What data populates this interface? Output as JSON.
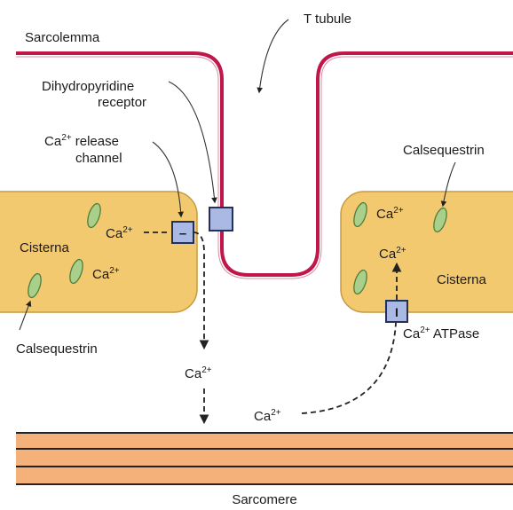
{
  "labels": {
    "sarcolemma": "Sarcolemma",
    "t_tubule": "T tubule",
    "dhp_line1": "Dihydropyridine",
    "dhp_line2": "receptor",
    "release_line1_base": "Ca",
    "release_line1_sup": "2+",
    "release_line1_rest": " release",
    "release_line2": "channel",
    "calsequestrin_right": "Calsequestrin",
    "calsequestrin_left": "Calsequestrin",
    "cisterna_left": "Cisterna",
    "cisterna_right": "Cisterna",
    "ca_base": "Ca",
    "ca_sup": "2+",
    "atpase_rest": " ATPase",
    "sarcomere": "Sarcomere",
    "channel_symbol": "–",
    "pump_symbol": "I"
  },
  "colors": {
    "membrane": "#c0174a",
    "cisterna_fill": "#f3c970",
    "cisterna_stroke": "#c79a3f",
    "calsequestrin_fill": "#a8d08a",
    "calsequestrin_stroke": "#4f7d3a",
    "channel_fill": "#a9b9e3",
    "channel_stroke": "#23305a",
    "sarcomere_fill": "#f4b27a",
    "sarcomere_line": "#222222"
  }
}
